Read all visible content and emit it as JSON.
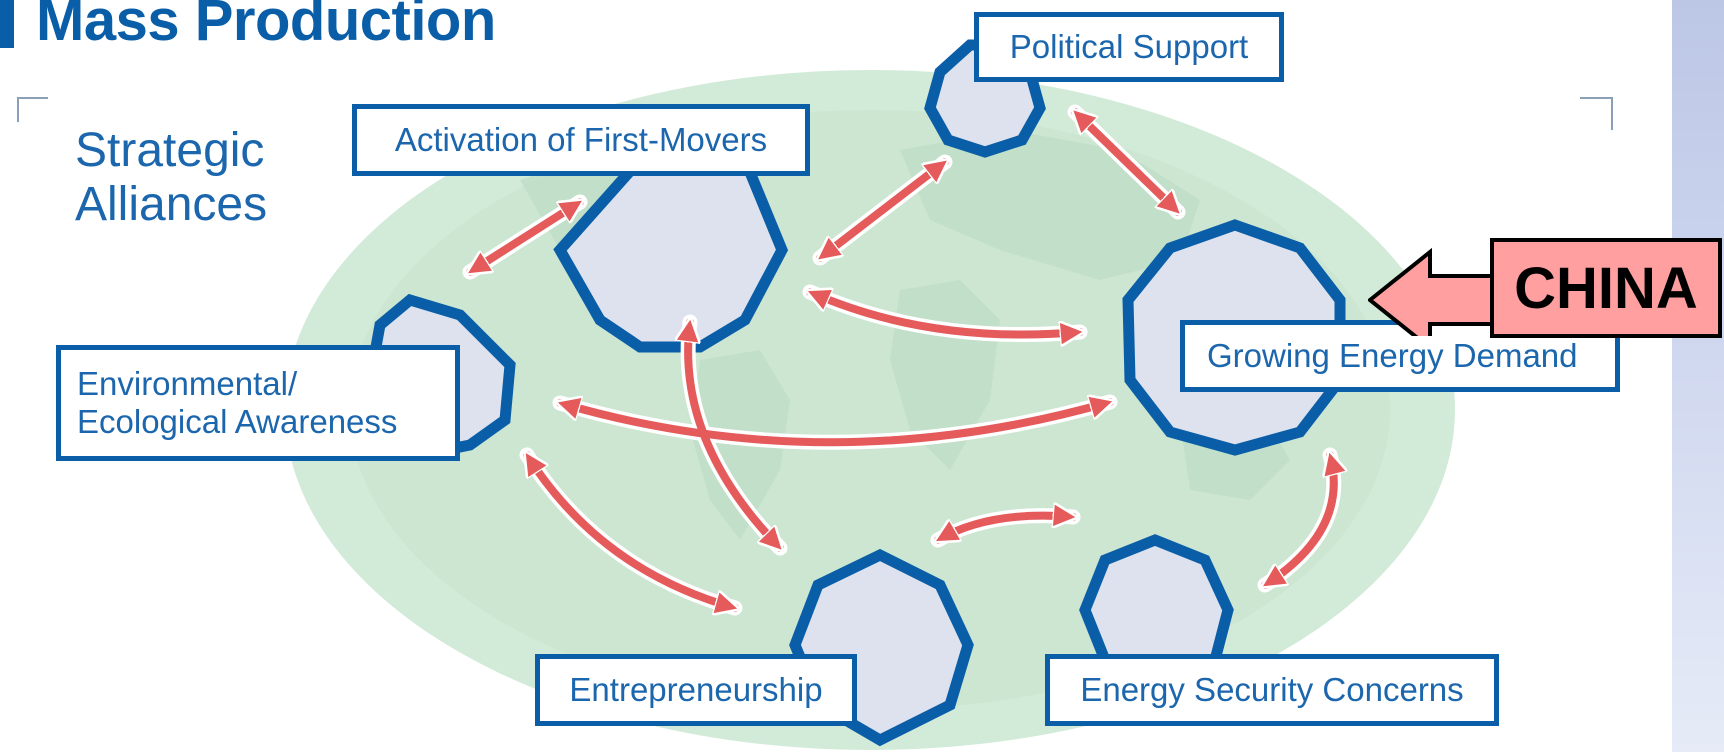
{
  "header": {
    "title": "Mass Production",
    "subtitle": "Strategic Alliances"
  },
  "nodes": {
    "political_support": "Political Support",
    "first_movers": "Activation of First-Movers",
    "environmental_line1": "Environmental/",
    "environmental_line2": "Ecological Awareness",
    "energy_demand": "Growing Energy Demand",
    "entrepreneurship": "Entrepreneurship",
    "energy_security": "Energy Security Concerns"
  },
  "callout": {
    "label": "CHINA"
  },
  "colors": {
    "accent": "#0a5ea8",
    "text": "#1b66ad",
    "arrow": "#e55b5b",
    "globe": "#d2ead8",
    "hexagon_fill": "#dde2ee",
    "callout_fill": "#ff9f9f"
  }
}
